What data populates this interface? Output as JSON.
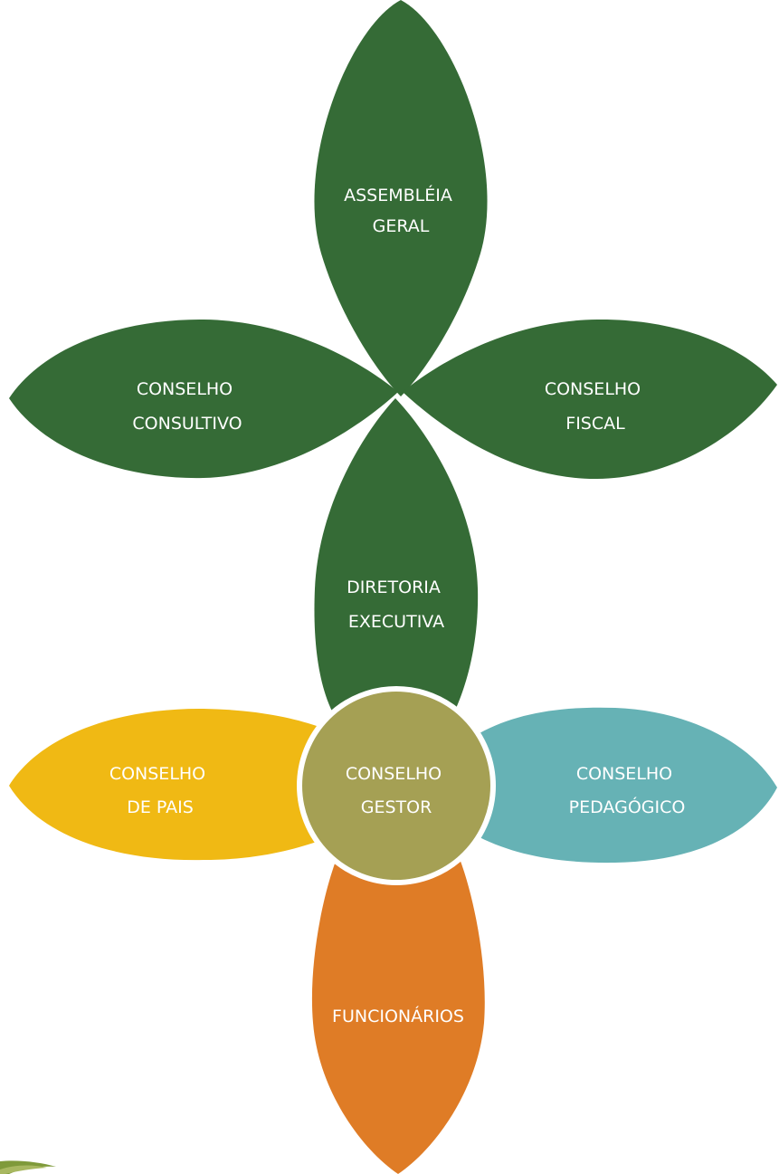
{
  "colors": {
    "dark_green": "#356b36",
    "yellow": "#f0b914",
    "teal": "#66b2b5",
    "orange": "#df7c26",
    "olive": "#a5a054",
    "center_border": "#ffffff",
    "grass": "#7f9a3a"
  },
  "petals": {
    "assembleia": {
      "line1": "ASSEMBLÉIA",
      "line2": "GERAL"
    },
    "consultivo": {
      "line1": "CONSELHO",
      "line2": "CONSULTIVO"
    },
    "fiscal": {
      "line1": "CONSELHO",
      "line2": "FISCAL"
    },
    "diretoria": {
      "line1": "DIRETORIA",
      "line2": "EXECUTIVA"
    },
    "pais": {
      "line1": "CONSELHO",
      "line2": "DE PAIS"
    },
    "pedagogico": {
      "line1": "CONSELHO",
      "line2": "PEDAGÓGICO"
    },
    "funcionarios": {
      "line1": "FUNCIONÁRIOS"
    }
  },
  "center": {
    "line1": "CONSELHO",
    "line2": "GESTOR"
  }
}
